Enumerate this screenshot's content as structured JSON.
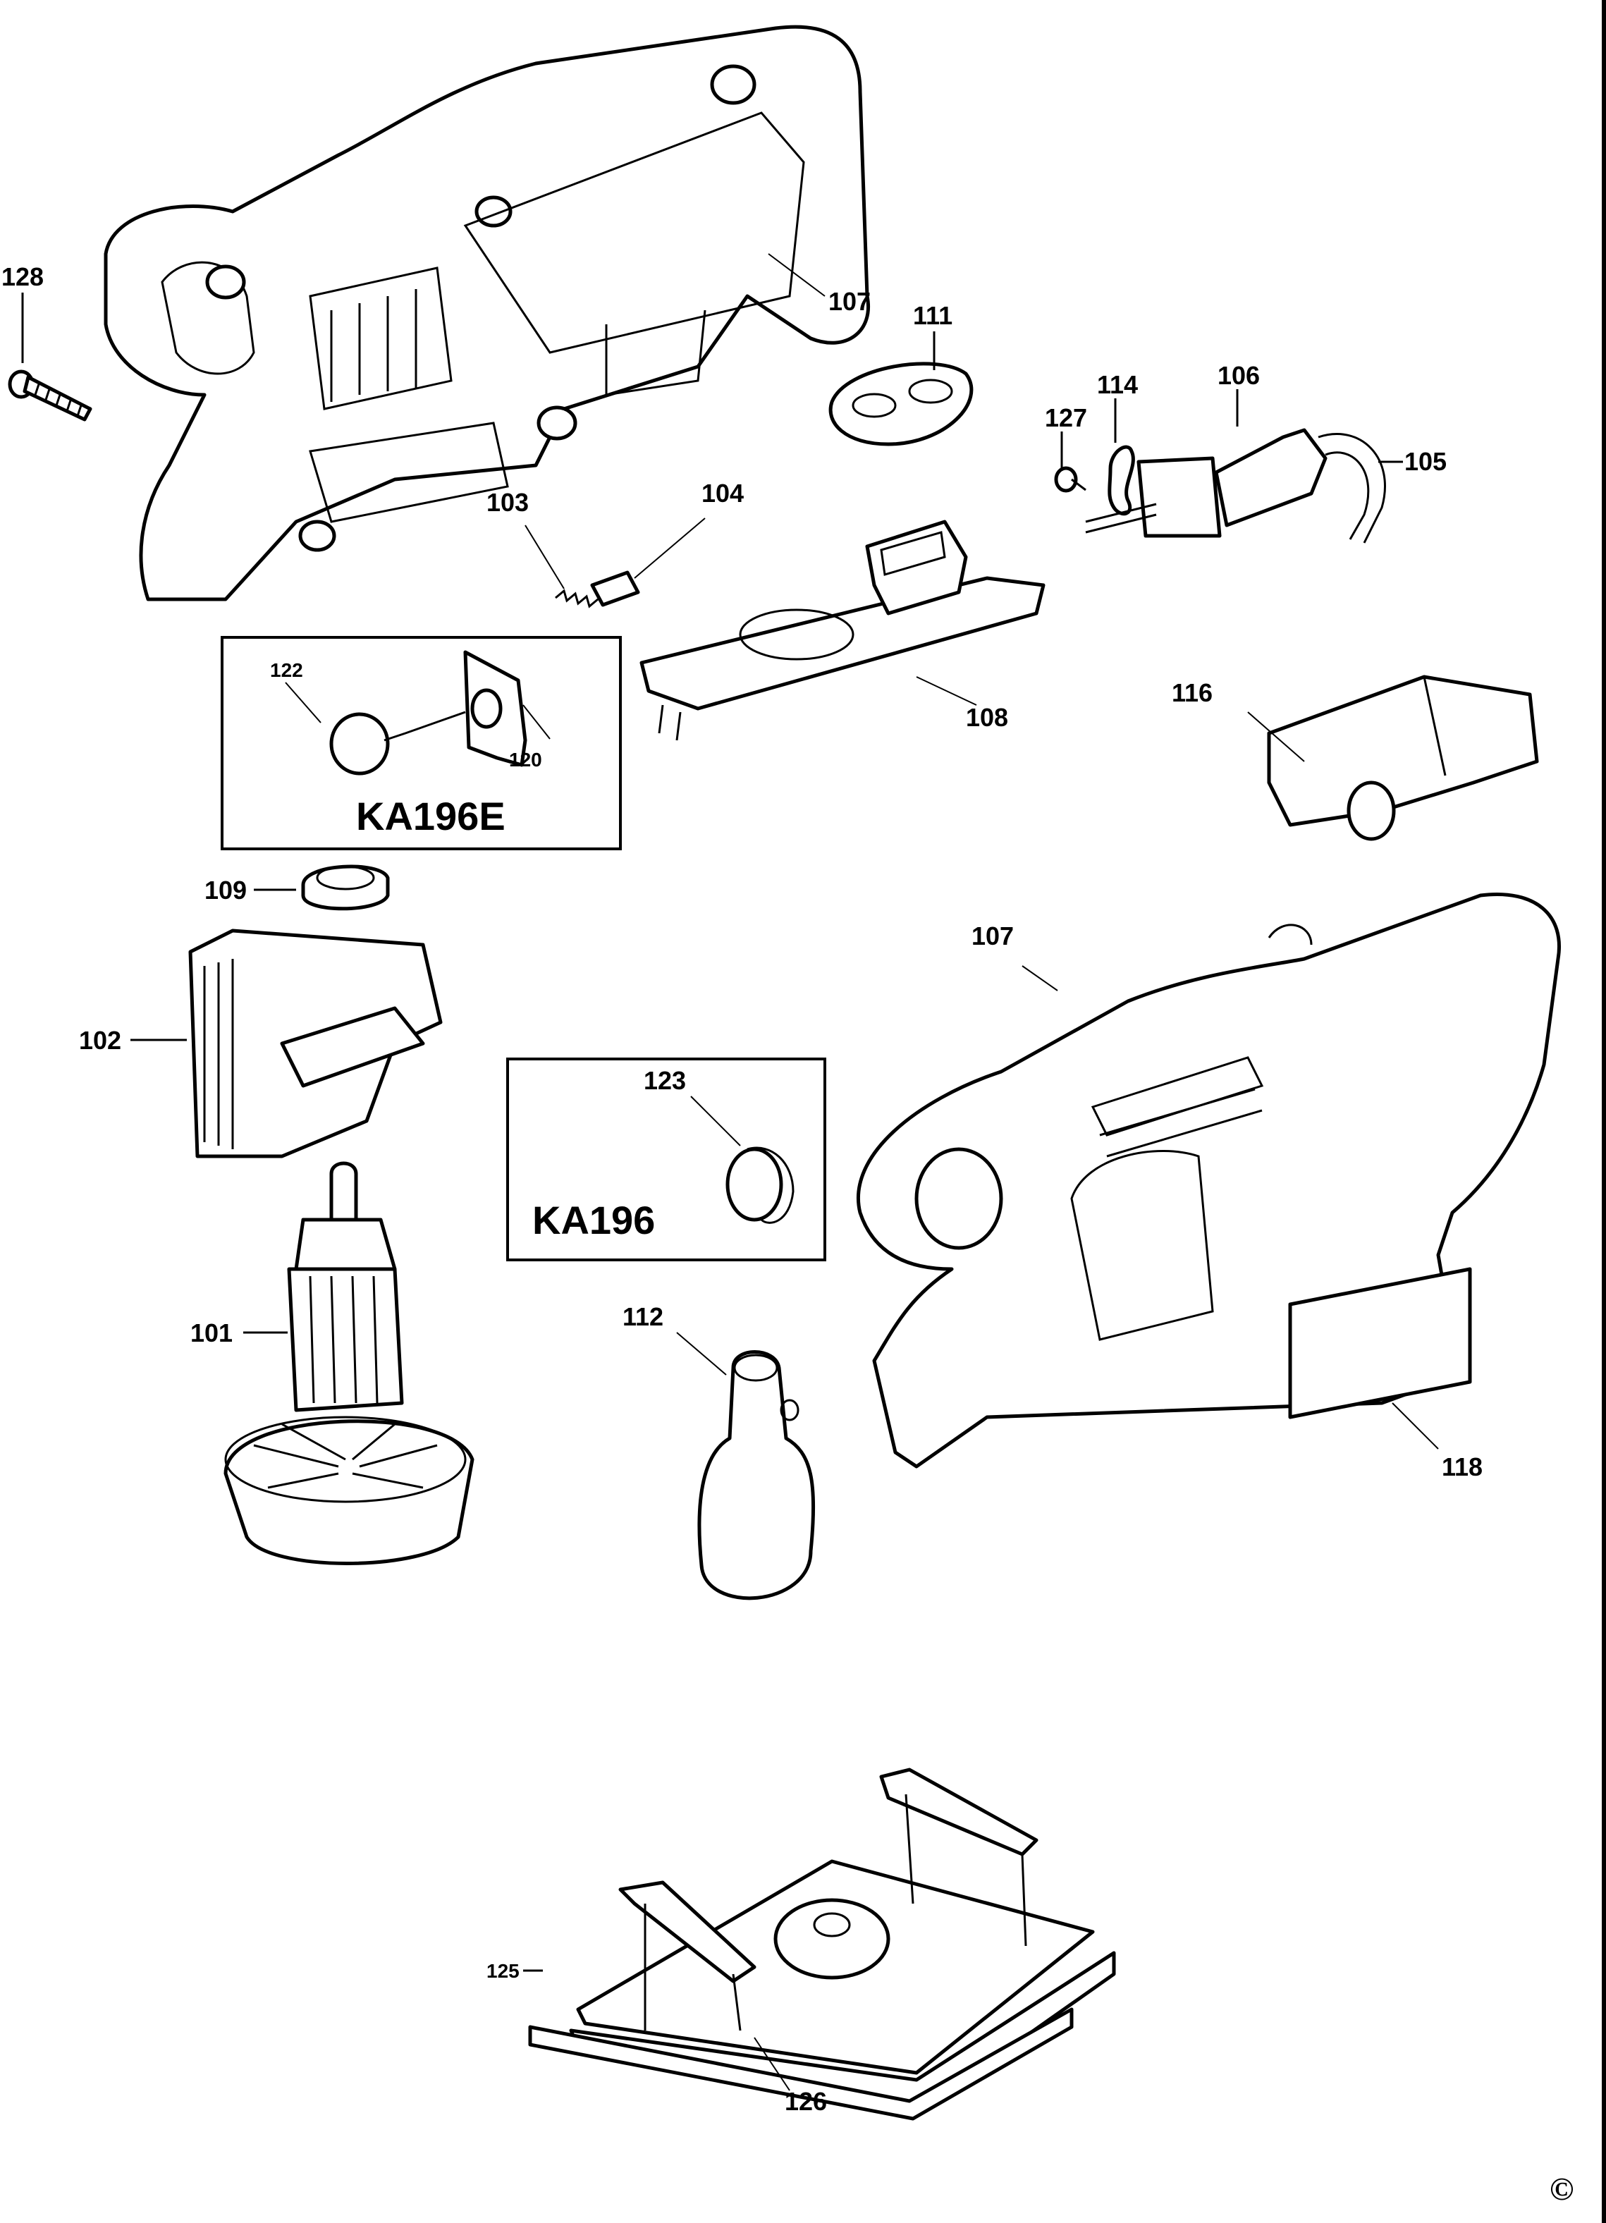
{
  "diagram": {
    "type": "exploded-parts-diagram",
    "part_labels": {
      "p101": "101",
      "p102": "102",
      "p103": "103",
      "p104": "104",
      "p105": "105",
      "p106": "106",
      "p107a": "107",
      "p107b": "107",
      "p108": "108",
      "p109": "109",
      "p111": "111",
      "p112": "112",
      "p114": "114",
      "p116": "116",
      "p118": "118",
      "p120": "120",
      "p122": "122",
      "p123": "123",
      "p125": "125",
      "p126": "126",
      "p127": "127",
      "p128": "128"
    },
    "kits": {
      "ka196e": "KA196E",
      "ka196": "KA196"
    },
    "copyright": "©"
  }
}
